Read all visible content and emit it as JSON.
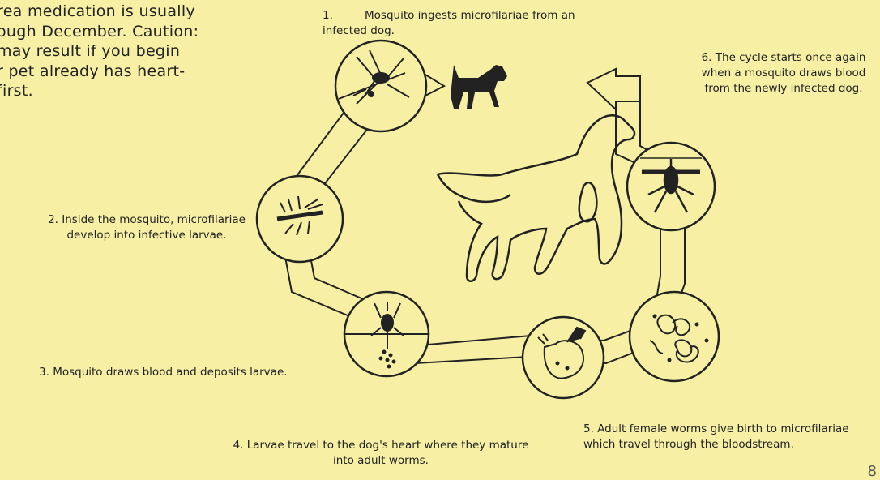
{
  "intro_text": "rea medication is usually\nough December. Caution:\n may result if you begin\nr pet already has heart-\nfirst.",
  "steps": [
    {
      "num": "1.",
      "text": "Mosquito ingests microfilariae from an infected dog."
    },
    {
      "num": "2.",
      "text": "Inside the mosquito, microfilariae develop into infective larvae."
    },
    {
      "num": "3.",
      "text": "Mosquito draws blood and deposits larvae."
    },
    {
      "num": "4.",
      "text": "Larvae travel to the dog's heart where they mature into adult worms."
    },
    {
      "num": "5.",
      "text": "Adult female worms give birth to microfilariae which travel through the bloodstream."
    },
    {
      "num": "6.",
      "text": "The cycle starts once again when a mosquito draws blood from the newly infected dog."
    }
  ],
  "page_number": "8",
  "colors": {
    "background": "#f7f0a4",
    "stroke": "#1a1a1a"
  }
}
